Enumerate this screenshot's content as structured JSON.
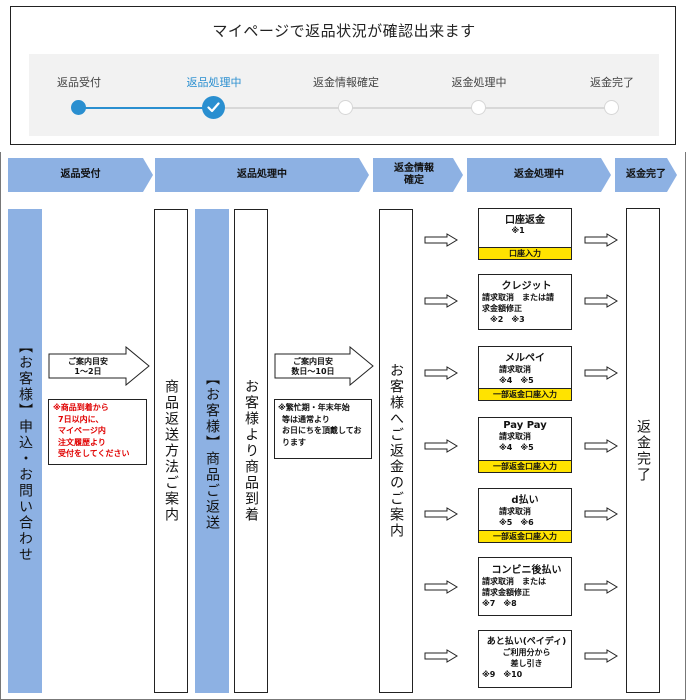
{
  "top": {
    "title": "マイページで返品状況が確認出来ます",
    "steps": [
      {
        "label": "返品受付",
        "state": "done"
      },
      {
        "label": "返品処理中",
        "state": "current"
      },
      {
        "label": "返金情報確定",
        "state": "pending"
      },
      {
        "label": "返金処理中",
        "state": "pending"
      },
      {
        "label": "返金完了",
        "state": "pending"
      }
    ],
    "accent_color": "#2a8fd0"
  },
  "headers": {
    "h1": "返品受付",
    "h2": "返品処理中",
    "h3": "返金情報確定",
    "h4": "返金処理中",
    "h5": "返金完了"
  },
  "flow": {
    "col_inquiry": "【お客様】申込・お問い合わせ",
    "arrow1": {
      "line1": "ご案内目安",
      "line2": "1〜2日"
    },
    "note1": [
      "※商品到着から",
      "7日以内に、",
      "マイページ内",
      "注文履歴より",
      "受付をしてください"
    ],
    "col_guide": "商品返送方法ご案内",
    "col_return": "【お客様】商品ご返送",
    "col_arrival": "お客様より商品到着",
    "arrow2": {
      "line1": "ご案内目安",
      "line2": "数日〜10日"
    },
    "note2": [
      "※繁忙期・年末年始",
      "等は通常より",
      "お日にちを頂戴してお",
      "ります"
    ],
    "col_refund_guide": "お客様へご返金のご案内",
    "col_complete": "返金完了"
  },
  "refunds": [
    {
      "title": "口座返金",
      "lines": [
        "※1"
      ],
      "bar": "口座入力"
    },
    {
      "title": "クレジット",
      "lines": [
        "請求取消　または請",
        "求金額修正",
        "※2　※3"
      ],
      "bar": ""
    },
    {
      "title": "メルペイ",
      "lines": [
        "請求取消",
        "※4　※5"
      ],
      "bar": "一部返金口座入力"
    },
    {
      "title": "Pay Pay",
      "lines": [
        "請求取消",
        "※4　※5"
      ],
      "bar": "一部返金口座入力"
    },
    {
      "title": "d払い",
      "lines": [
        "請求取消",
        "※5　※6"
      ],
      "bar": "一部返金口座入力"
    },
    {
      "title": "コンビニ後払い",
      "lines": [
        "請求取消　または",
        "請求金額修正",
        "※7　※8"
      ],
      "bar": ""
    },
    {
      "title": "あと払い(ペイディ)",
      "lines": [
        "ご利用分から",
        "差し引き",
        "※9　※10"
      ],
      "bar": ""
    }
  ],
  "colors": {
    "header_blue": "#8db1e3",
    "highlight_yellow": "#ffe300",
    "note_red": "#e00000"
  }
}
